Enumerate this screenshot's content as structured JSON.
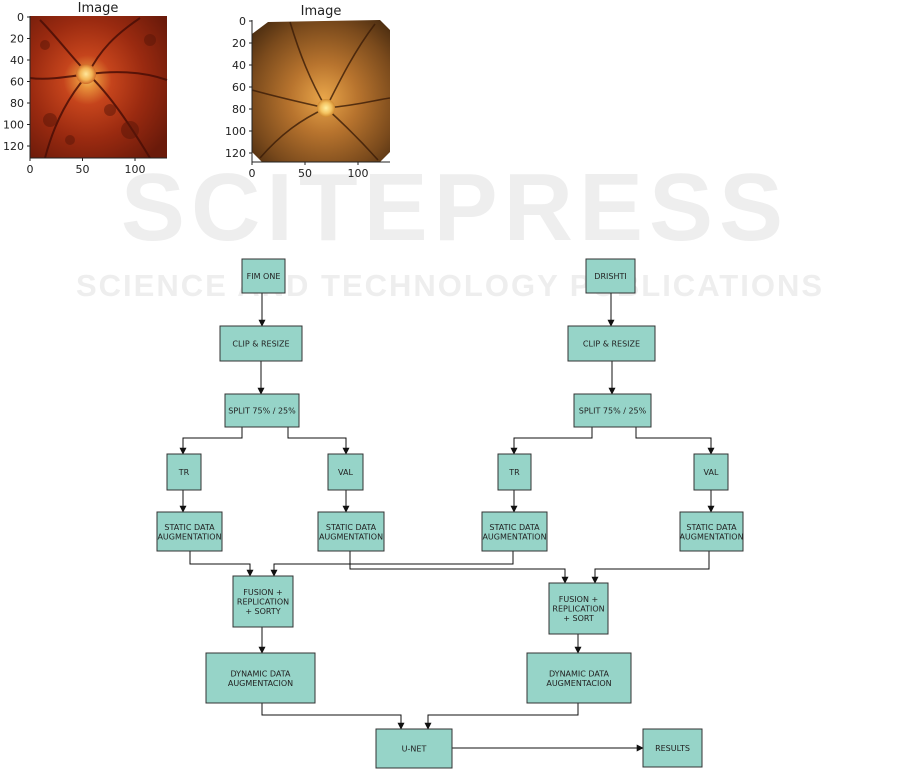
{
  "watermark": {
    "title": "SCITEPRESS",
    "subtitle": "SCIENCE AND TECHNOLOGY PUBLICATIONS"
  },
  "images": [
    {
      "title": "Image",
      "y_ticks": [
        "0",
        "20",
        "40",
        "60",
        "80",
        "100",
        "120"
      ],
      "x_ticks": [
        "0",
        "50",
        "100"
      ]
    },
    {
      "title": "Image",
      "y_ticks": [
        "0",
        "20",
        "40",
        "60",
        "80",
        "100",
        "120"
      ],
      "x_ticks": [
        "0",
        "50",
        "100"
      ]
    }
  ],
  "flow": {
    "nodes": [
      {
        "id": "fim-one",
        "lines": [
          "FIM ONE"
        ]
      },
      {
        "id": "drishti",
        "lines": [
          "DRISHTI"
        ]
      },
      {
        "id": "clip1",
        "lines": [
          "CLIP & RESIZE"
        ]
      },
      {
        "id": "clip2",
        "lines": [
          "CLIP & RESIZE"
        ]
      },
      {
        "id": "split1",
        "lines": [
          "SPLIT 75% / 25%"
        ]
      },
      {
        "id": "split2",
        "lines": [
          "SPLIT 75% / 25%"
        ]
      },
      {
        "id": "tr1",
        "lines": [
          "TR"
        ]
      },
      {
        "id": "val1",
        "lines": [
          "VAL"
        ]
      },
      {
        "id": "tr2",
        "lines": [
          "TR"
        ]
      },
      {
        "id": "val2",
        "lines": [
          "VAL"
        ]
      },
      {
        "id": "sda1",
        "lines": [
          "STATIC DATA",
          "AUGMENTATION"
        ]
      },
      {
        "id": "sda2",
        "lines": [
          "STATIC DATA",
          "AUGMENTATION"
        ]
      },
      {
        "id": "sda3",
        "lines": [
          "STATIC DATA",
          "AUGMENTATION"
        ]
      },
      {
        "id": "sda4",
        "lines": [
          "STATIC DATA",
          "AUGMENTATION"
        ]
      },
      {
        "id": "fusion1",
        "lines": [
          "FUSION +",
          "REPLICATION",
          "+ SORTY"
        ]
      },
      {
        "id": "fusion2",
        "lines": [
          "FUSION +",
          "REPLICATION",
          "+ SORT"
        ]
      },
      {
        "id": "dda1",
        "lines": [
          "DYNAMIC DATA",
          "AUGMENTACION"
        ]
      },
      {
        "id": "dda2",
        "lines": [
          "DYNAMIC DATA",
          "AUGMENTACION"
        ]
      },
      {
        "id": "unet",
        "lines": [
          "U-NET"
        ]
      },
      {
        "id": "results",
        "lines": [
          "RESULTS"
        ]
      }
    ],
    "edges": [
      [
        "fim-one",
        "clip1"
      ],
      [
        "clip1",
        "split1"
      ],
      [
        "split1",
        "tr1"
      ],
      [
        "split1",
        "val1"
      ],
      [
        "tr1",
        "sda1"
      ],
      [
        "val1",
        "sda2"
      ],
      [
        "drishti",
        "clip2"
      ],
      [
        "clip2",
        "split2"
      ],
      [
        "split2",
        "tr2"
      ],
      [
        "split2",
        "val2"
      ],
      [
        "tr2",
        "sda3"
      ],
      [
        "val2",
        "sda4"
      ],
      [
        "sda1",
        "fusion1"
      ],
      [
        "sda3",
        "fusion1"
      ],
      [
        "sda2",
        "fusion2"
      ],
      [
        "sda4",
        "fusion2"
      ],
      [
        "fusion1",
        "dda1"
      ],
      [
        "fusion2",
        "dda2"
      ],
      [
        "dda1",
        "unet"
      ],
      [
        "dda2",
        "unet"
      ],
      [
        "unet",
        "results"
      ]
    ]
  }
}
